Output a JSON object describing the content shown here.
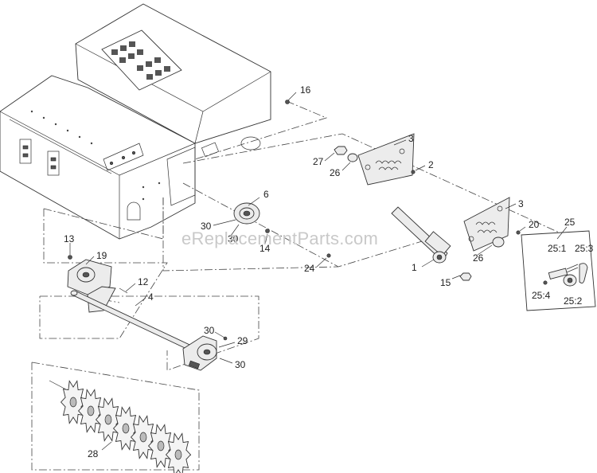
{
  "watermark": "eReplacementParts.com",
  "callouts": [
    {
      "id": "c16",
      "text": "16"
    },
    {
      "id": "c3a",
      "text": "3"
    },
    {
      "id": "c27",
      "text": "27"
    },
    {
      "id": "c26a",
      "text": "26"
    },
    {
      "id": "c2",
      "text": "2"
    },
    {
      "id": "c6",
      "text": "6"
    },
    {
      "id": "c30a",
      "text": "30"
    },
    {
      "id": "c30b",
      "text": "30"
    },
    {
      "id": "c14",
      "text": "14"
    },
    {
      "id": "c3b",
      "text": "3"
    },
    {
      "id": "c20",
      "text": "20"
    },
    {
      "id": "c25",
      "text": "25"
    },
    {
      "id": "c251",
      "text": "25:1"
    },
    {
      "id": "c253",
      "text": "25:3"
    },
    {
      "id": "c254",
      "text": "25:4"
    },
    {
      "id": "c252",
      "text": "25:2"
    },
    {
      "id": "c26b",
      "text": "26"
    },
    {
      "id": "c1",
      "text": "1"
    },
    {
      "id": "c15",
      "text": "15"
    },
    {
      "id": "c24",
      "text": "24"
    },
    {
      "id": "c13",
      "text": "13"
    },
    {
      "id": "c19",
      "text": "19"
    },
    {
      "id": "c12",
      "text": "12"
    },
    {
      "id": "c4",
      "text": "4"
    },
    {
      "id": "c30c",
      "text": "30"
    },
    {
      "id": "c29",
      "text": "29"
    },
    {
      "id": "c30d",
      "text": "30"
    },
    {
      "id": "c28",
      "text": "28"
    }
  ]
}
